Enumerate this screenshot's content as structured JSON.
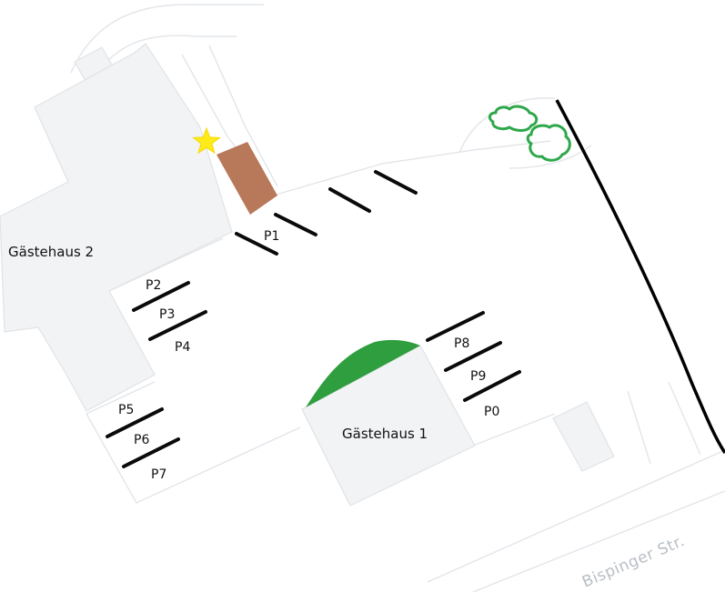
{
  "map": {
    "buildings": {
      "guesthouse_2": "Gästehaus 2",
      "guesthouse_1": "Gästehaus 1"
    },
    "street": "Bispinger Str.",
    "parking_spots": [
      "P1",
      "P2",
      "P3",
      "P4",
      "P5",
      "P6",
      "P7",
      "P8",
      "P9",
      "P0"
    ],
    "marker": {
      "icon": "star-icon",
      "color": "#ffeb1a"
    },
    "entrance": {
      "icon": "entrance-block",
      "color": "#b8785a"
    },
    "colors": {
      "lawn": "#2e9e3e",
      "trees": "#2ea84a",
      "parking_line": "#0a0a0a",
      "building": "#f1f3f4",
      "road_edge": "#000000"
    }
  }
}
